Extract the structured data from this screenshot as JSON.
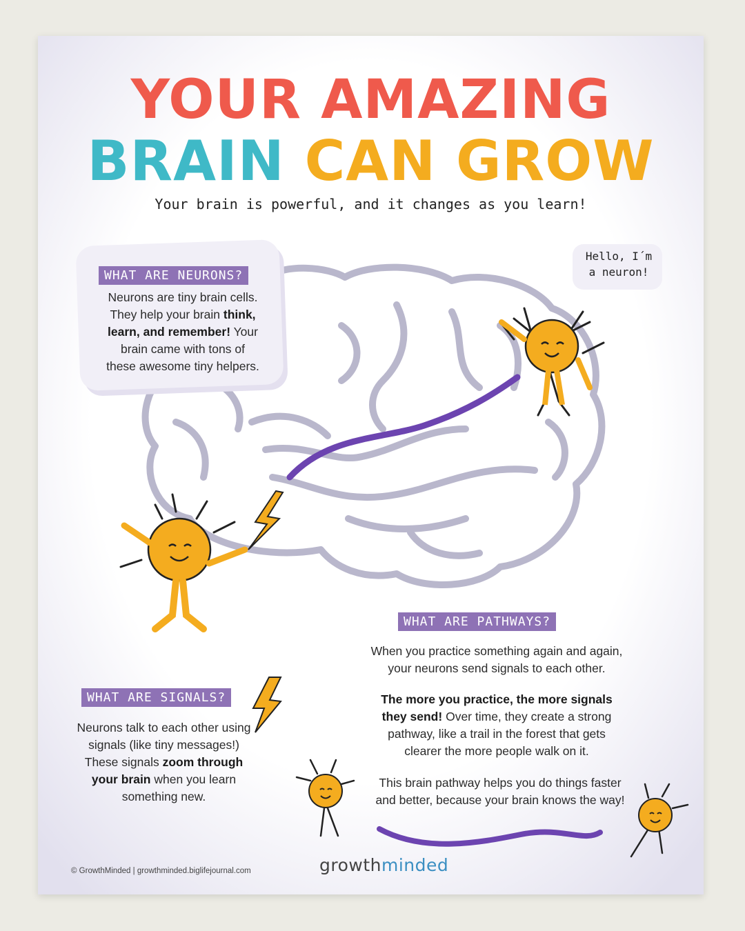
{
  "title": {
    "line1": "YOUR AMAZING",
    "line2_part1": "BRAIN",
    "line2_part2": "CAN GROW"
  },
  "subtitle": "Your brain is powerful, and it changes as you learn!",
  "speech_bubble": {
    "line1": "Hello, I´m",
    "line2": "a neuron!"
  },
  "neurons_section": {
    "label": "WHAT ARE NEURONS?",
    "t1": "Neurons are tiny brain cells.",
    "t2": "They help your brain",
    "t3": "think,",
    "t4": "learn, and remember!",
    "t5": "Your",
    "t6": "brain came with tons of",
    "t7": "these awesome tiny helpers."
  },
  "signals_section": {
    "label": "WHAT ARE SIGNALS?",
    "t1": "Neurons talk to each other using",
    "t2": "signals (like tiny messages!)",
    "t3": "These signals",
    "t4": "zoom through",
    "t5": "your brain",
    "t6": "when you learn",
    "t7": "something new."
  },
  "pathways_section": {
    "label": "WHAT ARE PATHWAYS?",
    "p1a": "When you practice something again and again,",
    "p1b": "your neurons send signals to each other.",
    "p2a": "The more you practice, the more signals",
    "p2b": "they send!",
    "p2c": "Over time, they create a strong",
    "p2d": "pathway, like a trail in the forest that gets",
    "p2e": "clearer the more people walk on it.",
    "p3a": "This brain pathway helps you do things faster",
    "p3b": "and better, because your brain knows the way!"
  },
  "footer": "© GrowthMinded | growthminded.biglifejournal.com",
  "logo": {
    "part1": "growth",
    "part2": "minded"
  },
  "colors": {
    "red": "#ef5a4c",
    "teal": "#3fb9c7",
    "gold": "#f4ac1f",
    "purple": "#8e72b5",
    "pathway": "#6c44b0",
    "brain_outline": "#b9b7cc",
    "neuron": "#f4ac1f"
  },
  "icons": [
    "neuron-character-icon",
    "lightning-bolt-icon",
    "brain-outline-icon",
    "pathway-line-icon"
  ]
}
